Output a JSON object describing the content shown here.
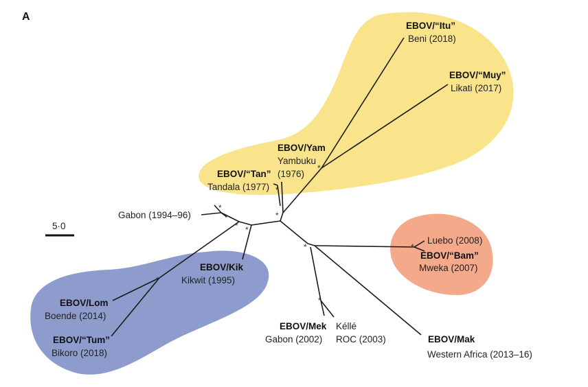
{
  "panel_label": "A",
  "scale_bar": {
    "label": "5·0"
  },
  "colors": {
    "yellow_group": "#f9e48c",
    "blue_group": "#8d9ccc",
    "salmon_group": "#f4a98a",
    "branch": "#1a1a1a"
  },
  "clades": {
    "itu": {
      "name": "EBOV/“Itu”",
      "location": "Beni (2018)"
    },
    "muy": {
      "name": "EBOV/“Muy”",
      "location": "Likati (2017)"
    },
    "yam": {
      "name": "EBOV/Yam",
      "location": "Yambuku",
      "year": "(1976)"
    },
    "tan": {
      "name": "EBOV/“Tan”",
      "location": "Tandala (1977)"
    },
    "gabon": {
      "location": "Gabon (1994–96)"
    },
    "kik": {
      "name": "EBOV/Kik",
      "location": "Kikwit (1995)"
    },
    "lom": {
      "name": "EBOV/Lom",
      "location": "Boende (2014)"
    },
    "tum": {
      "name": "EBOV/“Tum”",
      "location": "Bikoro (2018)"
    },
    "mek": {
      "name": "EBOV/Mek",
      "location": "Gabon (2002)"
    },
    "kelle": {
      "name": "Kéllé",
      "location": "ROC (2003)"
    },
    "luebo": {
      "location": "Luebo (2008)"
    },
    "bam": {
      "name": "EBOV/“Bam”",
      "location": "Mweka (2007)"
    },
    "mak": {
      "name": "EBOV/Mak",
      "location": "Western Africa (2013–16)"
    }
  },
  "support_marker": "*"
}
